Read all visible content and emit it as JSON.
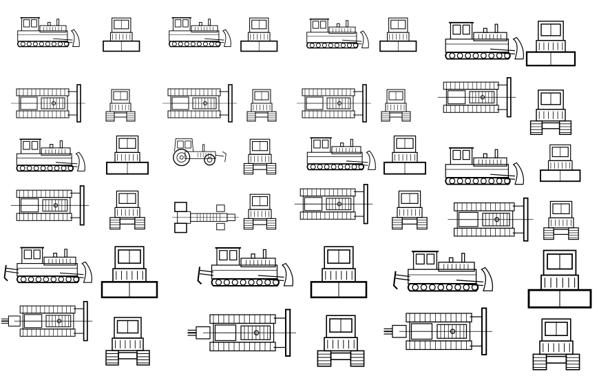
{
  "drawing": {
    "theme": {
      "background": "#ffffff",
      "line_color": "#000000"
    },
    "rows": [
      {
        "views": [
          "side",
          "front",
          "side",
          "front",
          "side",
          "front",
          "side",
          "front"
        ]
      },
      {
        "views": [
          "top",
          "front",
          "top",
          "front",
          "top",
          "front",
          "top",
          "front"
        ]
      },
      {
        "views": [
          "side",
          "front",
          "side-wheeled",
          "front",
          "side",
          "front",
          "side",
          "front"
        ]
      },
      {
        "views": [
          "top",
          "front",
          "top-wheeled",
          "front",
          "top",
          "front",
          "top",
          "front"
        ]
      },
      {
        "views": [
          "side-ripper",
          "front",
          "side-ripper",
          "front",
          "side-ripper",
          "front"
        ]
      },
      {
        "views": [
          "top-ripper",
          "front",
          "top-ripper",
          "front",
          "top-ripper",
          "front"
        ]
      }
    ]
  }
}
